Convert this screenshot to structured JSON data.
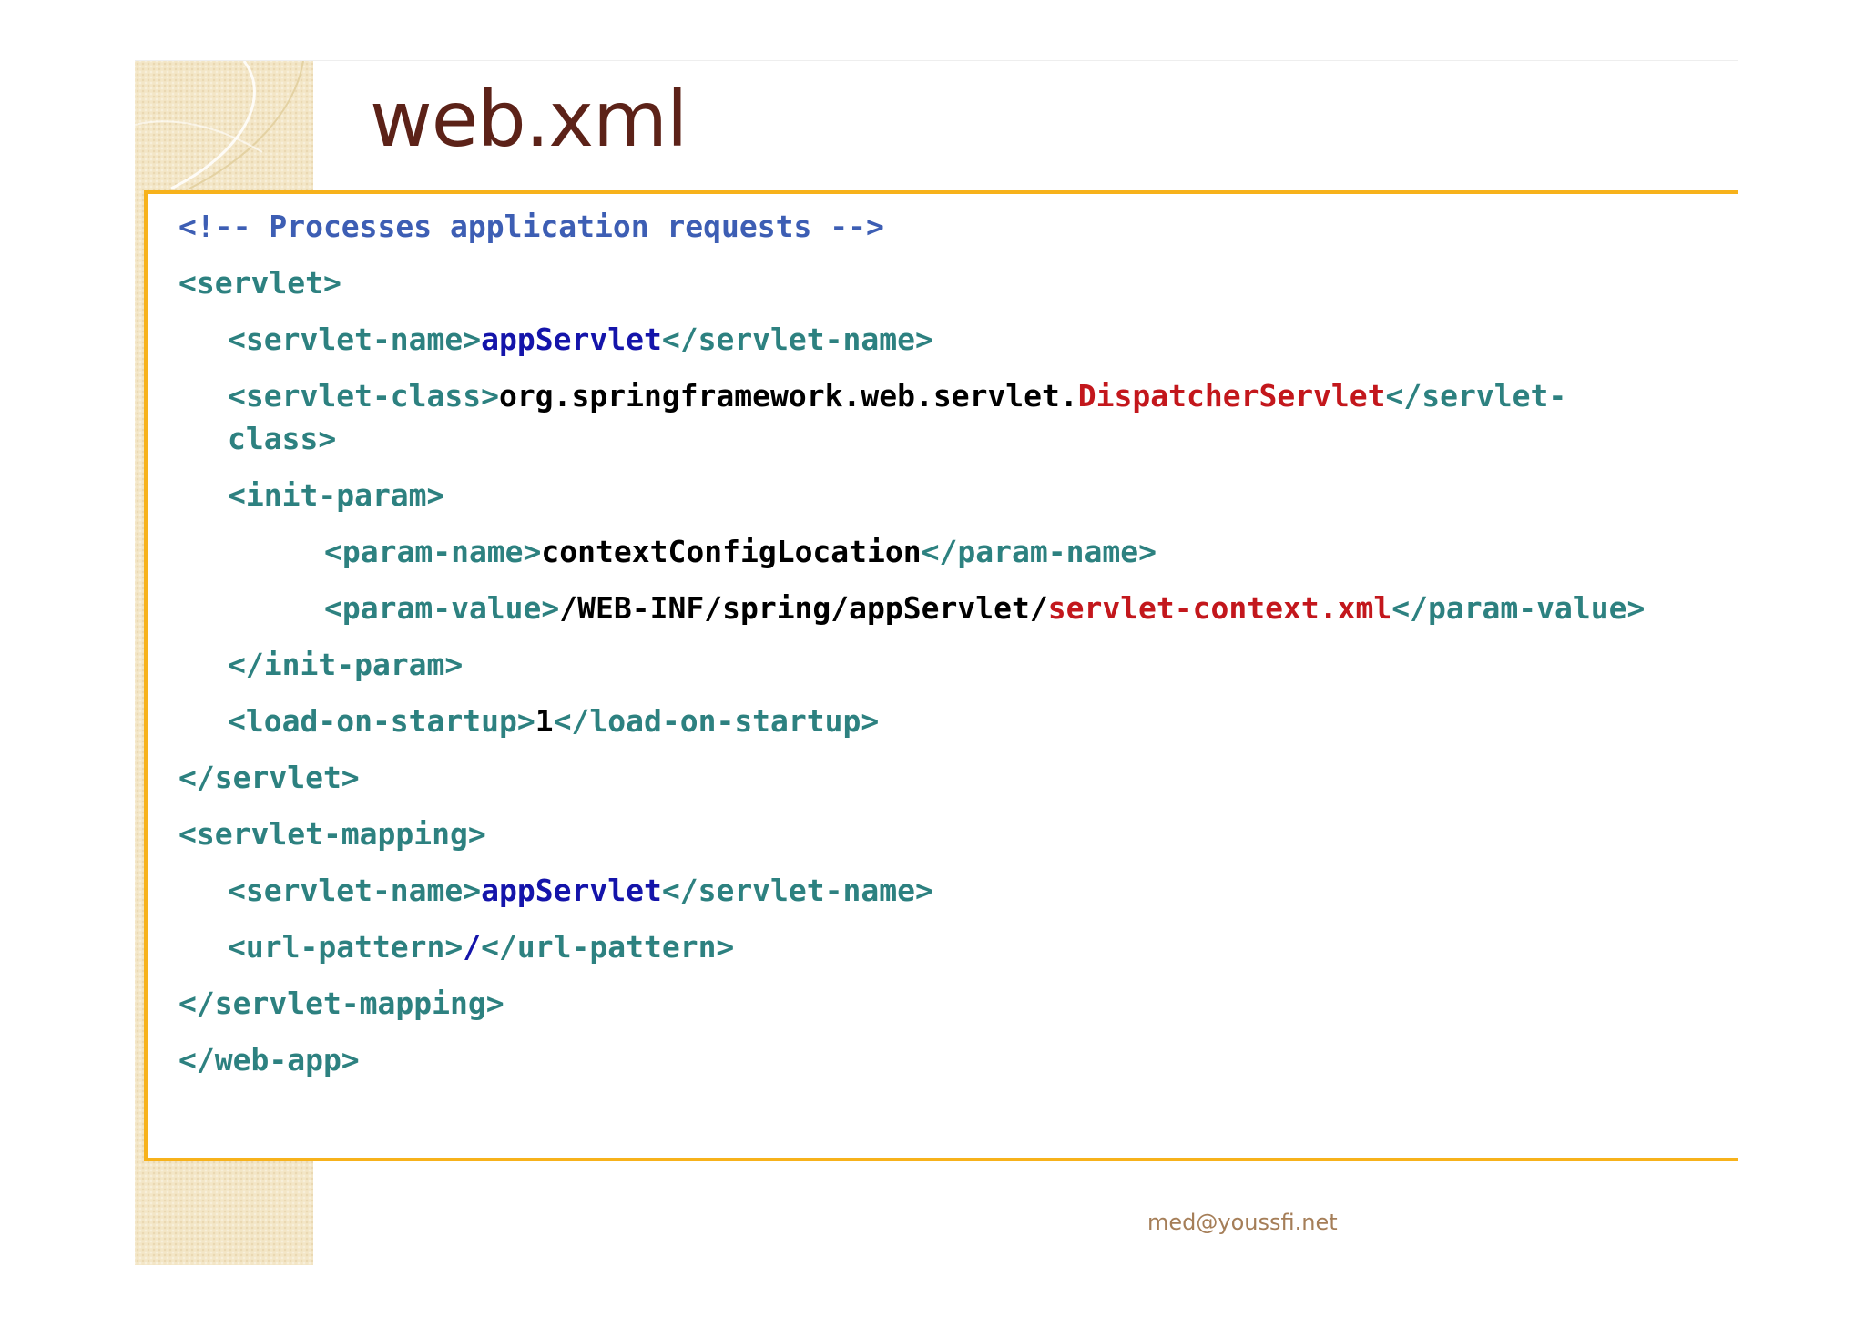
{
  "slide": {
    "title": "web.xml",
    "footer": "med@youssfi.net"
  },
  "code": {
    "comment": "<!-- Processes application requests -->",
    "servlet_open": "<servlet>",
    "servlet_name_open": "<servlet-name>",
    "servlet_name_value": "appServlet",
    "servlet_name_close": "</servlet-name>",
    "servlet_class_open": "<servlet-class>",
    "servlet_class_pkg": "org.springframework.web.servlet.",
    "servlet_class_name": "DispatcherServlet",
    "servlet_class_close_a": "</servlet-",
    "servlet_class_close_b": "class>",
    "init_param_open": "<init-param>",
    "param_name_open": "<param-name>",
    "param_name_value": "contextConfigLocation",
    "param_name_close": "</param-name>",
    "param_value_open": "<param-value>",
    "param_value_path": "/WEB-INF/spring/appServlet/",
    "param_value_file": "servlet-context.xml",
    "param_value_close": "</param-value>",
    "init_param_close": "</init-param>",
    "load_open": "<load-on-startup>",
    "load_value": "1",
    "load_close": "</load-on-startup>",
    "servlet_close": "</servlet>",
    "mapping_open": "<servlet-mapping>",
    "mapping_name_open": "<servlet-name>",
    "mapping_name_value": "appServlet",
    "mapping_name_close": "</servlet-name>",
    "url_open": "<url-pattern>",
    "url_value": "/",
    "url_close": "</url-pattern>",
    "mapping_close": "</servlet-mapping>",
    "webapp_close": "</web-app>"
  },
  "colors": {
    "title": "#5c2218",
    "tag": "#2d8180",
    "comment": "#3d5eb4",
    "value_blue": "#1414aa",
    "value_red": "#c3171c",
    "border": "#f7b21b",
    "footer": "#a57e58"
  }
}
